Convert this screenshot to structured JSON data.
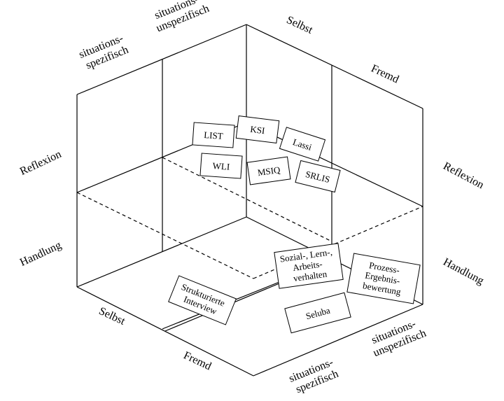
{
  "axes": {
    "top_left_1": "situations-",
    "top_left_2": "spezifisch",
    "top_mid_1": "situations-",
    "top_mid_2": "unspezifisch",
    "top_right_1": "Selbst",
    "top_right_2": "Fremd",
    "left_upper": "Reflexion",
    "left_lower": "Handlung",
    "right_upper": "Reflexion",
    "right_lower": "Handlung",
    "bottom_left_1": "Selbst",
    "bottom_left_2": "Fremd",
    "bottom_mid_1": "situations-",
    "bottom_mid_2": "spezifisch",
    "bottom_right_1": "situations-",
    "bottom_right_2": "unspezifisch"
  },
  "boxes": {
    "list": "LIST",
    "ksi": "KSI",
    "lassi": "Lassi",
    "wli": "WLI",
    "msiq": "MSIQ",
    "srlis": "SRLIS",
    "sozial_1": "Sozial-, Lern-,",
    "sozial_2": "Arbeits-",
    "sozial_3": "verhalten",
    "prozess_1": "Prozess-",
    "prozess_2": "Ergebnis-",
    "prozess_3": "bewertung",
    "struk_1": "Strukturierte",
    "struk_2": "Interview",
    "seluba": "Seluba"
  }
}
